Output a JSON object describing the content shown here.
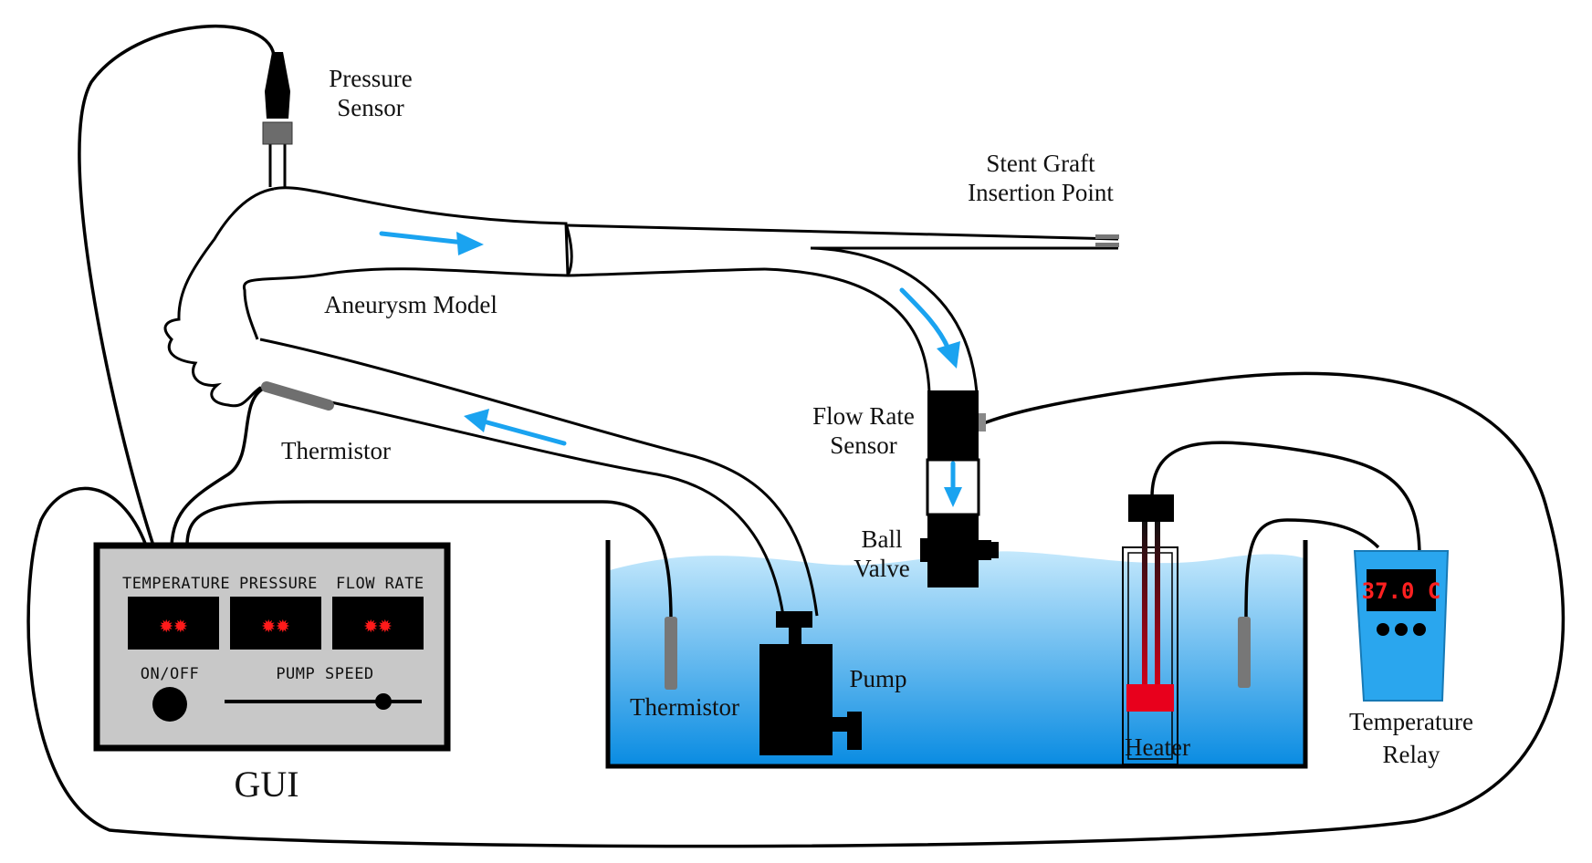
{
  "labels": {
    "pressure_sensor_1": "Pressure",
    "pressure_sensor_2": "Sensor",
    "stent_graft_1": "Stent Graft",
    "stent_graft_2": "Insertion Point",
    "aneurysm_model": "Aneurysm Model",
    "thermistor_top": "Thermistor",
    "flow_rate_1": "Flow Rate",
    "flow_rate_2": "Sensor",
    "ball_valve_1": "Ball",
    "ball_valve_2": "Valve",
    "thermistor_bath": "Thermistor",
    "pump": "Pump",
    "heater": "Heater",
    "temp_relay_1": "Temperature",
    "temp_relay_2": "Relay",
    "gui": "GUI"
  },
  "gui_panel": {
    "temperature_label": "TEMPERATURE",
    "pressure_label": "PRESSURE",
    "flow_rate_label": "FLOW RATE",
    "on_off_label": "ON/OFF",
    "pump_speed_label": "PUMP SPEED",
    "temperature_display": "✹✹",
    "pressure_display": "✹✹",
    "flow_rate_display": "✹✹"
  },
  "relay": {
    "display": "37.0 C"
  },
  "colors": {
    "water_top": "#b9e4fb",
    "water_bottom": "#0b8fe4",
    "arrow": "#1aa3f0",
    "panel_bg": "#c8c8c8",
    "relay_body": "#2aa6ee",
    "heater_element": "#e8001c"
  }
}
